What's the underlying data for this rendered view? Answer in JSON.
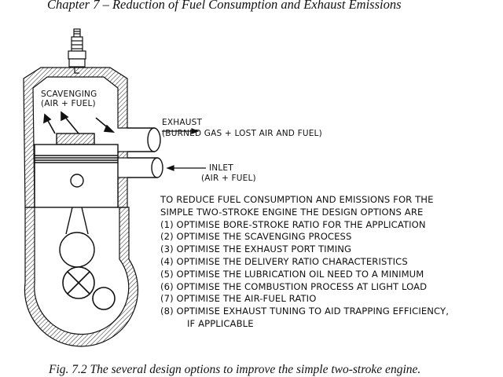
{
  "header": {
    "chapter_title": "Chapter 7 – Reduction of Fuel Consumption and Exhaust Emissions"
  },
  "diagram": {
    "scavenging_line1": "SCAVENGING",
    "scavenging_line2": "(AIR + FUEL)",
    "exhaust_line1": "EXHAUST",
    "exhaust_line2": "(BURNED GAS + LOST AIR AND FUEL)",
    "inlet_line1": "INLET",
    "inlet_line2": "(AIR + FUEL)"
  },
  "options": {
    "intro_line1": "TO REDUCE FUEL CONSUMPTION AND EMISSIONS FOR THE",
    "intro_line2": "SIMPLE TWO-STROKE ENGINE THE DESIGN OPTIONS ARE",
    "items": [
      "(1) OPTIMISE BORE-STROKE RATIO FOR THE APPLICATION",
      "(2) OPTIMISE THE SCAVENGING PROCESS",
      "(3) OPTIMISE THE EXHAUST PORT TIMING",
      "(4) OPTIMISE THE DELIVERY RATIO CHARACTERISTICS",
      "(5) OPTIMISE THE LUBRICATION OIL NEED TO A MINIMUM",
      "(6) OPTIMISE THE COMBUSTION PROCESS AT LIGHT LOAD",
      "(7) OPTIMISE THE AIR-FUEL RATIO",
      "(8) OPTIMISE EXHAUST TUNING TO AID TRAPPING EFFICIENCY,"
    ],
    "item8_continuation": "IF APPLICABLE"
  },
  "caption": {
    "text": "Fig. 7.2 The several design options to improve the simple two-stroke engine."
  }
}
